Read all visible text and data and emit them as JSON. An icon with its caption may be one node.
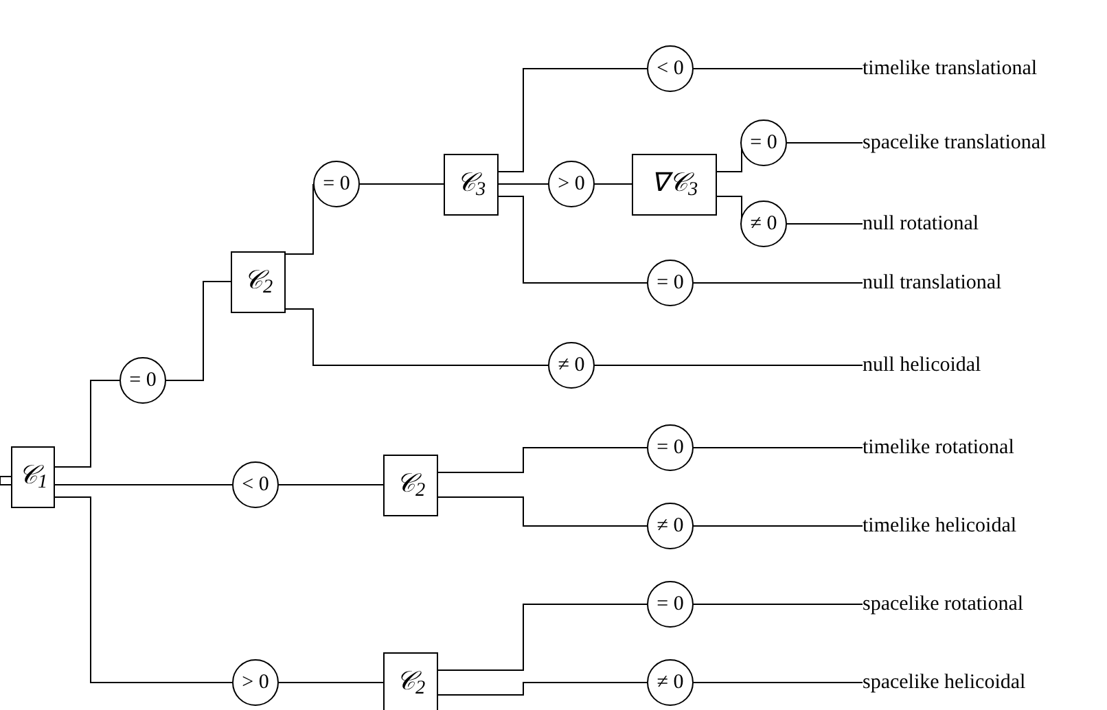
{
  "diagram": {
    "nodes": [
      {
        "text": [
          "𝒞$_{1}$"
        ]
      },
      {
        "text": [
          "= 0"
        ]
      },
      {
        "text": [
          "𝒞$_{2}$"
        ]
      },
      {
        "text": [
          "= 0"
        ]
      },
      {
        "text": [
          "𝒞$_{3}$"
        ]
      },
      {
        "text": [
          "< 0"
        ]
      },
      {
        "text": [
          "> 0"
        ]
      },
      {
        "text": [
          "∇𝒞$_{3}$"
        ]
      },
      {
        "text": [
          "= 0"
        ]
      },
      {
        "text": [
          "≠ 0"
        ]
      },
      {
        "text": [
          "= 0"
        ]
      },
      {
        "text": [
          "≠ 0"
        ]
      },
      {
        "text": [
          "< 0"
        ]
      },
      {
        "text": [
          "𝒞$_{2}$"
        ]
      },
      {
        "text": [
          "= 0"
        ]
      },
      {
        "text": [
          "≠ 0"
        ]
      },
      {
        "text": [
          "> 0"
        ]
      },
      {
        "text": [
          "𝒞$_{2}$"
        ]
      },
      {
        "text": [
          "= 0"
        ]
      },
      {
        "text": [
          "≠ 0"
        ]
      },
      {
        "text": [
          "timelike translational"
        ]
      },
      {
        "text": [
          "spacelike translational"
        ]
      },
      {
        "text": [
          "null rotational"
        ]
      },
      {
        "text": [
          "null translational"
        ]
      },
      {
        "text": [
          "null helicoidal"
        ]
      },
      {
        "text": [
          "timelike rotational"
        ]
      },
      {
        "text": [
          "timelike helicoidal"
        ]
      },
      {
        "text": [
          "spacelike rotational"
        ]
      },
      {
        "text": [
          "spacelike helicoidal"
        ]
      }
    ],
    "edges": [
      {
        "from": 0,
        "to": 1,
        "arrow": "none"
      },
      {
        "from": 1,
        "to": 2,
        "arrow": "none"
      },
      {
        "from": 2,
        "to": 3,
        "arrow": "none"
      },
      {
        "from": 3,
        "to": 4,
        "arrow": "none"
      },
      {
        "from": 4,
        "to": 5,
        "arrow": "none"
      },
      {
        "from": 4,
        "to": 6,
        "arrow": "none"
      },
      {
        "from": 6,
        "to": 7,
        "arrow": "none"
      },
      {
        "from": 7,
        "to": 8,
        "arrow": "none"
      },
      {
        "from": 7,
        "to": 9,
        "arrow": "none"
      },
      {
        "from": 4,
        "to": 10,
        "arrow": "none"
      },
      {
        "from": 2,
        "to": 11,
        "arrow": "none"
      },
      {
        "from": 0,
        "to": 12,
        "arrow": "none"
      },
      {
        "from": 12,
        "to": 13,
        "arrow": "none"
      },
      {
        "from": 13,
        "to": 14,
        "arrow": "none"
      },
      {
        "from": 13,
        "to": 15,
        "arrow": "none"
      },
      {
        "from": 0,
        "to": 16,
        "arrow": "none"
      },
      {
        "from": 16,
        "to": 17,
        "arrow": "none"
      },
      {
        "from": 17,
        "to": 18,
        "arrow": "none"
      },
      {
        "from": 17,
        "to": 19,
        "arrow": "none"
      },
      {
        "from": 5,
        "to": 20,
        "arrow": "none"
      },
      {
        "from": 8,
        "to": 21,
        "arrow": "none"
      },
      {
        "from": 9,
        "to": 22,
        "arrow": "none"
      },
      {
        "from": 10,
        "to": 23,
        "arrow": "none"
      },
      {
        "from": 11,
        "to": 24,
        "arrow": "none"
      },
      {
        "from": 14,
        "to": 25,
        "arrow": "none"
      },
      {
        "from": 15,
        "to": 26,
        "arrow": "none"
      },
      {
        "from": 18,
        "to": 27,
        "arrow": "none"
      },
      {
        "from": 19,
        "to": 28,
        "arrow": "none"
      }
    ]
  }
}
